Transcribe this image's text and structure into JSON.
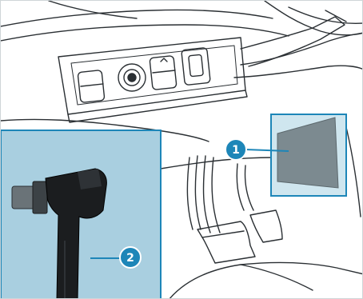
{
  "callouts": [
    {
      "label": "1",
      "target": "obd-diagnostic-port-area"
    },
    {
      "label": "2",
      "target": "diagnostic-connector-cable"
    }
  ],
  "colors": {
    "line": "#2a2f33",
    "highlight_fill": "#cfe6ef",
    "highlight_border": "#1d86b8",
    "callout_fill": "#1d86b8",
    "panel_shadow": "#7c8a90",
    "inset_background": "#a9cfe0",
    "connector": "#1b1d1f"
  }
}
